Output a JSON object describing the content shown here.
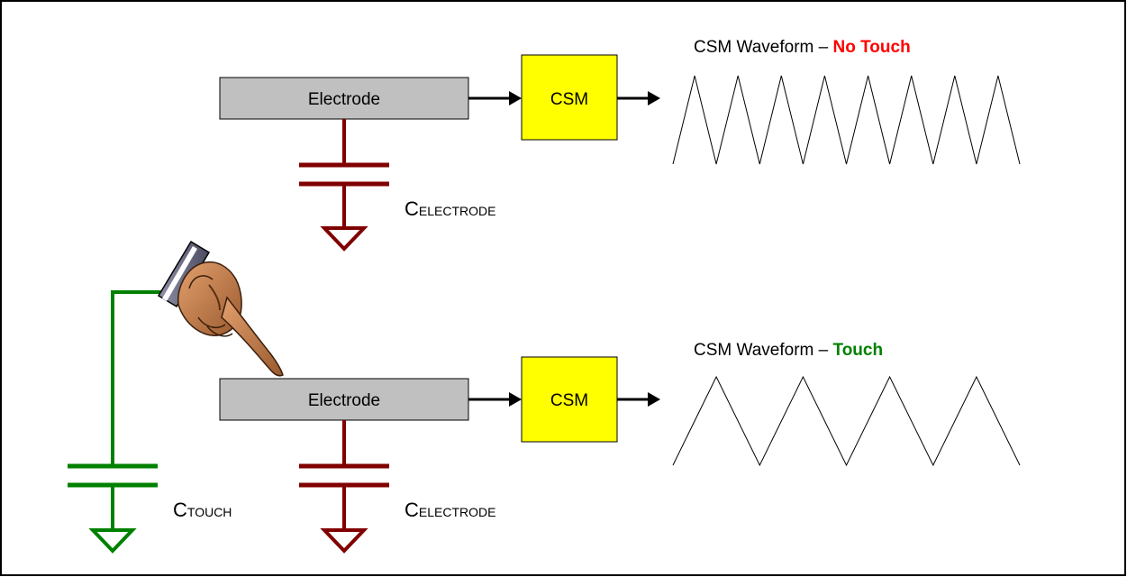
{
  "top": {
    "electrode_label": "Electrode",
    "csm_label": "CSM",
    "waveform_title_prefix": "CSM Waveform – ",
    "waveform_title_state": "No Touch",
    "cap_label_main": "C",
    "cap_label_sub": "ELECTRODE"
  },
  "bottom": {
    "electrode_label": "Electrode",
    "csm_label": "CSM",
    "waveform_title_prefix": "CSM Waveform – ",
    "waveform_title_state": "Touch",
    "cap_label_main": "C",
    "cap_label_sub": "ELECTRODE",
    "touch_cap_main": "C",
    "touch_cap_sub": "TOUCH"
  },
  "waveforms": {
    "no_touch_peaks": 8,
    "touch_peaks": 4
  },
  "colors": {
    "electrode_fill": "#c0c0c0",
    "csm_fill": "#ffff00",
    "capacitor": "#800000",
    "touch_path": "#008000",
    "no_touch_text": "#ff0000",
    "touch_text": "#008000",
    "border": "#000000"
  },
  "icons": {
    "hand": "pointing-hand-icon"
  }
}
